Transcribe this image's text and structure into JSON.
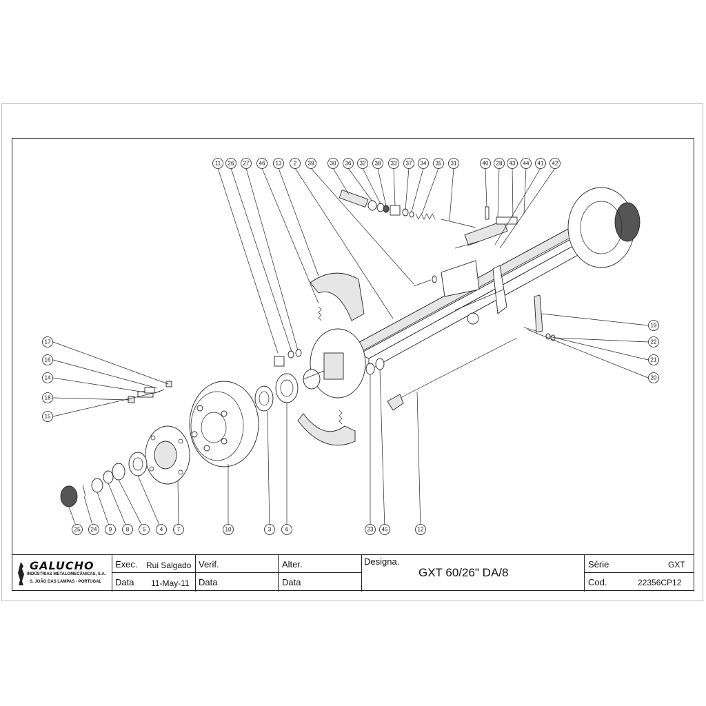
{
  "title_block": {
    "company_name": "GALUCHO",
    "company_sub1": "INDÚSTRIAS METALOMECÂNICAS, S.A.",
    "company_sub2": "S. JOÃO DAS LAMPAS - PORTUGAL",
    "exec_label": "Exec.",
    "exec_value": "Rui Salgado",
    "verif_label": "Verif.",
    "alter_label": "Alter.",
    "data_label_1": "Data",
    "data_value_1": "11-May-11",
    "data_label_2": "Data",
    "data_label_3": "Data",
    "design_label": "Designa.",
    "design_value": "GXT 60/26\" DA/8",
    "serie_label": "Série",
    "serie_value": "GXT",
    "cod_label": "Cod.",
    "cod_value": "22356CP12"
  },
  "callouts": [
    "11",
    "26",
    "27",
    "46",
    "13",
    "2",
    "39",
    "30",
    "36",
    "32",
    "38",
    "33",
    "37",
    "34",
    "35",
    "31",
    "40",
    "28",
    "43",
    "44",
    "41",
    "42",
    "19",
    "22",
    "21",
    "20",
    "17",
    "16",
    "14",
    "18",
    "15",
    "25",
    "24",
    "9",
    "8",
    "5",
    "4",
    "7",
    "10",
    "3",
    "6",
    "23",
    "45",
    "12"
  ]
}
